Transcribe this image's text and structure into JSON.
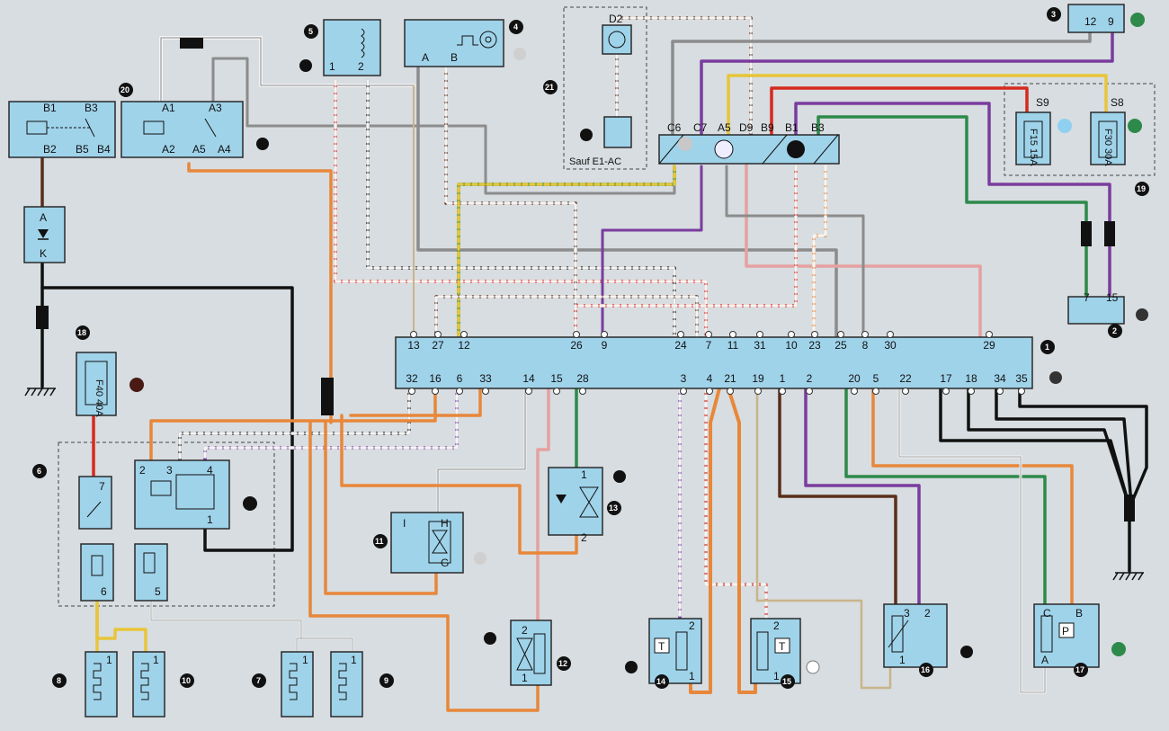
{
  "colors": {
    "black": "#111111",
    "brown": "#5a2e1a",
    "orange": "#e8873a",
    "red": "#d62a1e",
    "green": "#2d8a4a",
    "violet": "#7a3c9e",
    "grey": "#8c8c8c",
    "white": "#f4f4f4",
    "yellow": "#e8c53a",
    "pink": "#e6a0a0",
    "beige": "#c9b48a",
    "component": "#9fd3ea"
  },
  "ecu": {
    "number": "1",
    "top_pins": [
      "13",
      "27",
      "12",
      "26",
      "9",
      "24",
      "7",
      "11",
      "31",
      "10",
      "23",
      "25",
      "8",
      "30",
      "29"
    ],
    "bottom_pins": [
      "32",
      "16",
      "6",
      "33",
      "14",
      "15",
      "28",
      "3",
      "4",
      "21",
      "19",
      "1",
      "2",
      "20",
      "5",
      "22",
      "17",
      "18",
      "34",
      "35"
    ]
  },
  "connector_19": {
    "number": "19",
    "pins": [
      "C6",
      "C7",
      "A5",
      "D9",
      "B9",
      "B1",
      "B3"
    ],
    "fuses": [
      {
        "name": "S9",
        "rating": "F15 15A"
      },
      {
        "name": "S8",
        "rating": "F30 30A"
      }
    ]
  },
  "relay_20": {
    "number": "20",
    "pins": [
      "B1",
      "B3",
      "B2",
      "B5",
      "B4",
      "A1",
      "A3",
      "A2",
      "A5",
      "A4"
    ]
  },
  "comp_21": {
    "number": "21",
    "pin": "D2",
    "note": "Sauf E1-AC"
  },
  "comp_2": {
    "number": "2",
    "pins": [
      "7",
      "15"
    ]
  },
  "comp_3": {
    "number": "3",
    "pins": [
      "12",
      "9"
    ]
  },
  "comp_4": {
    "number": "4",
    "pins": [
      "A",
      "B"
    ]
  },
  "comp_5": {
    "number": "5",
    "pins": [
      "1",
      "2"
    ]
  },
  "diode": {
    "pins": [
      "A",
      "K"
    ]
  },
  "fuse_18": {
    "number": "18",
    "rating": "F40 40A"
  },
  "group_6": {
    "number": "6",
    "pins": [
      "7",
      "2",
      "3",
      "4",
      "1",
      "6",
      "5"
    ]
  },
  "comp_11": {
    "number": "11",
    "pins": [
      "I",
      "H",
      "G"
    ]
  },
  "comp_12": {
    "number": "12",
    "pins": [
      "2",
      "1"
    ]
  },
  "comp_13": {
    "number": "13",
    "pins": [
      "1",
      "2"
    ]
  },
  "comp_14": {
    "number": "14",
    "pins": [
      "2",
      "1"
    ],
    "letter": "T"
  },
  "comp_15": {
    "number": "15",
    "pins": [
      "2",
      "1"
    ],
    "letter": "T"
  },
  "comp_16": {
    "number": "16",
    "pins": [
      "3",
      "2",
      "1"
    ]
  },
  "comp_17": {
    "number": "17",
    "pins": [
      "C",
      "B",
      "A"
    ],
    "letter": "P"
  },
  "heaters": [
    {
      "number": "8",
      "pin": "1"
    },
    {
      "number": "10",
      "pin": "1"
    },
    {
      "number": "7",
      "pin": "1"
    },
    {
      "number": "9",
      "pin": "1"
    }
  ]
}
